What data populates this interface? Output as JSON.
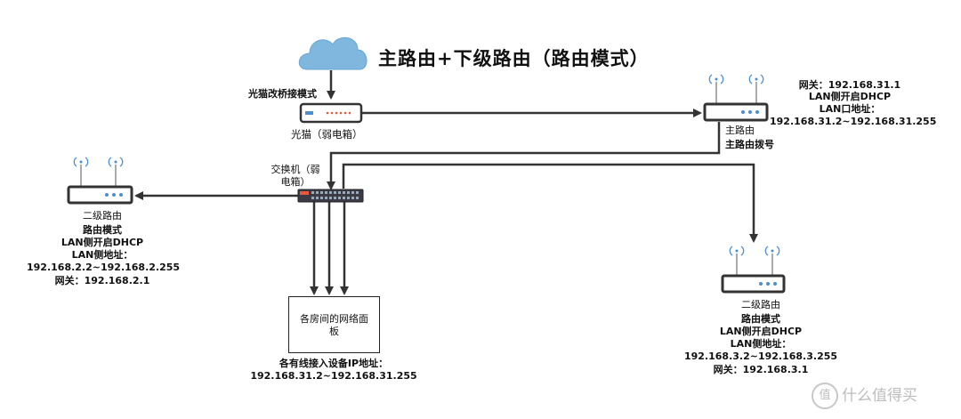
{
  "title": "主路由+下级路由（路由模式）",
  "colors": {
    "cloud": "#7fb7de",
    "device_body": "#ffffff",
    "device_border": "#333333",
    "led": "#4a8fd0",
    "modem_led": "#e8583b",
    "switch": "#3b3b45",
    "line": "#333333"
  },
  "icons": {
    "cloud": "cloud-icon",
    "router": "router-icon",
    "modem": "modem-icon",
    "switch": "switch-icon",
    "wifi": "wifi-signal-icon"
  },
  "cloud": {
    "label": ""
  },
  "modem": {
    "mode_label": "光猫改桥接模式",
    "name": "光猫（弱电箱）"
  },
  "main_router": {
    "gateway": "网关：192.168.31.1",
    "dhcp": "LAN侧开启DHCP",
    "lan_label": "LAN口地址：",
    "lan_range": "192.168.31.2~192.168.31.255",
    "name": "主路由",
    "dial": "主路由拨号"
  },
  "switch": {
    "name_line1": "交换机（弱",
    "name_line2": "电箱）"
  },
  "router_left": {
    "name": "二级路由",
    "mode": "路由模式",
    "dhcp": "LAN侧开启DHCP",
    "lan_label": "LAN侧地址：",
    "lan_range": "192.168.2.2~192.168.2.255",
    "gateway": "网关：192.168.2.1"
  },
  "router_right": {
    "name": "二级路由",
    "mode": "路由模式",
    "dhcp": "LAN侧开启DHCP",
    "lan_label": "LAN侧地址：",
    "lan_range": "192.168.3.2~192.168.3.255",
    "gateway": "网关：192.168.3.1"
  },
  "room_panel": {
    "name": "各房间的网络面板",
    "ip_label": "各有线接入设备IP地址：",
    "ip_range": "192.168.31.2~192.168.31.255"
  },
  "watermark": {
    "icon_glyph": "值",
    "text": "什么值得买"
  }
}
